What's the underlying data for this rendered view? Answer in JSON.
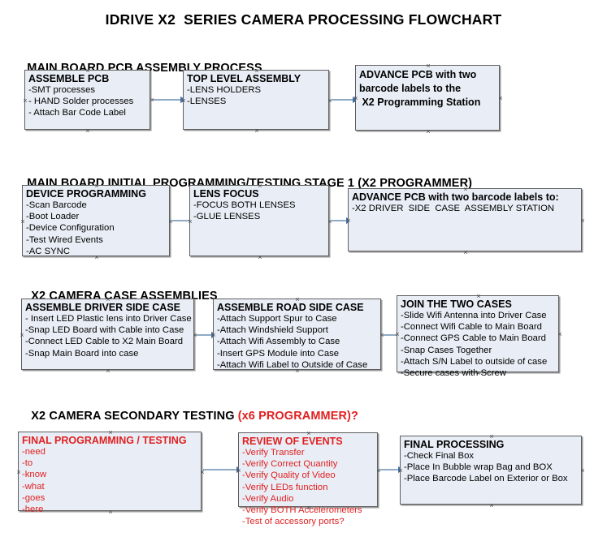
{
  "title": "IDRIVE X2  SERIES CAMERA PROCESSING FLOWCHART",
  "colors": {
    "box_fill": "#E9EEF6",
    "box_border": "#5E5E5E",
    "arrow": "#8FAAC4",
    "arrow_head": "#4472A8",
    "red_text": "#E02020",
    "background": "#FFFFFF"
  },
  "sections": [
    {
      "heading": "MAIN BOARD PCB ASSEMBLY PROCESS",
      "heading_red": "",
      "boxes": [
        {
          "title": "ASSEMBLE PCB",
          "lines": [
            "-SMT processes",
            "- HAND Solder processes",
            "- Attach Bar Code Label"
          ]
        },
        {
          "title": "TOP LEVEL ASSEMBLY",
          "lines": [
            "-LENS HOLDERS",
            "-LENSES"
          ]
        },
        {
          "title": "ADVANCE PCB with two\nbarcode labels to the\n X2 Programming Station",
          "lines": []
        }
      ]
    },
    {
      "heading": "MAIN BOARD INITIAL PROGRAMMING/TESTING STAGE 1 (X2 PROGRAMMER)",
      "heading_red": "",
      "boxes": [
        {
          "title": "DEVICE PROGRAMMING",
          "lines": [
            "-Scan Barcode",
            "-Boot Loader",
            "-Device Configuration",
            "-Test Wired Events",
            "-AC SYNC"
          ]
        },
        {
          "title": "LENS FOCUS",
          "lines": [
            "-FOCUS BOTH LENSES",
            "-GLUE LENSES"
          ]
        },
        {
          "title": "ADVANCE PCB with two barcode labels to:",
          "lines": [
            "-X2 DRIVER  SIDE  CASE  ASSEMBLY STATION"
          ]
        }
      ]
    },
    {
      "heading": "X2 CAMERA CASE ASSEMBLIES",
      "heading_red": "",
      "boxes": [
        {
          "title": "ASSEMBLE DRIVER SIDE CASE",
          "lines": [
            "- Insert LED Plastic lens into Driver Case",
            "-Snap LED Board with Cable into Case",
            "-Connect LED Cable to X2 Main Board",
            "-Snap Main Board into case"
          ]
        },
        {
          "title": "ASSEMBLE ROAD SIDE CASE",
          "lines": [
            "-Attach Support Spur to Case",
            "-Attach Windshield Support",
            "-Attach Wifi Assembly to Case",
            "-Insert GPS Module into Case",
            "-Attach Wifi Label to Outside of Case"
          ]
        },
        {
          "title": "JOIN THE TWO CASES",
          "lines": [
            "-Slide Wifi Antenna into Driver Case",
            "-Connect Wifi Cable to Main Board",
            "-Connect GPS Cable to Main Board",
            "-Snap Cases Together",
            "-Attach S/N Label to outside of case",
            "-Secure cases with Screw"
          ]
        }
      ]
    },
    {
      "heading": "X2 CAMERA SECONDARY TESTING ",
      "heading_red": "(x6 PROGRAMMER)?",
      "boxes": [
        {
          "title": "FINAL PROGRAMMING / TESTING",
          "lines": [
            "-need",
            "-to",
            "-know",
            "-what",
            "-goes",
            "-here"
          ]
        },
        {
          "title": "REVIEW OF EVENTS",
          "lines": [
            "-Verify Transfer",
            "-Verify Correct Quantity",
            "-Verify Quality of Video",
            "-Verify LEDs function",
            "-Verify Audio",
            "-Verify BOTH Accelerometers",
            "-Test of accessory ports?"
          ]
        },
        {
          "title": "FINAL PROCESSING",
          "lines": [
            "-Check Final Box",
            "-Place In Bubble wrap Bag and BOX",
            "-Place Barcode Label on Exterior or Box"
          ]
        }
      ]
    }
  ]
}
